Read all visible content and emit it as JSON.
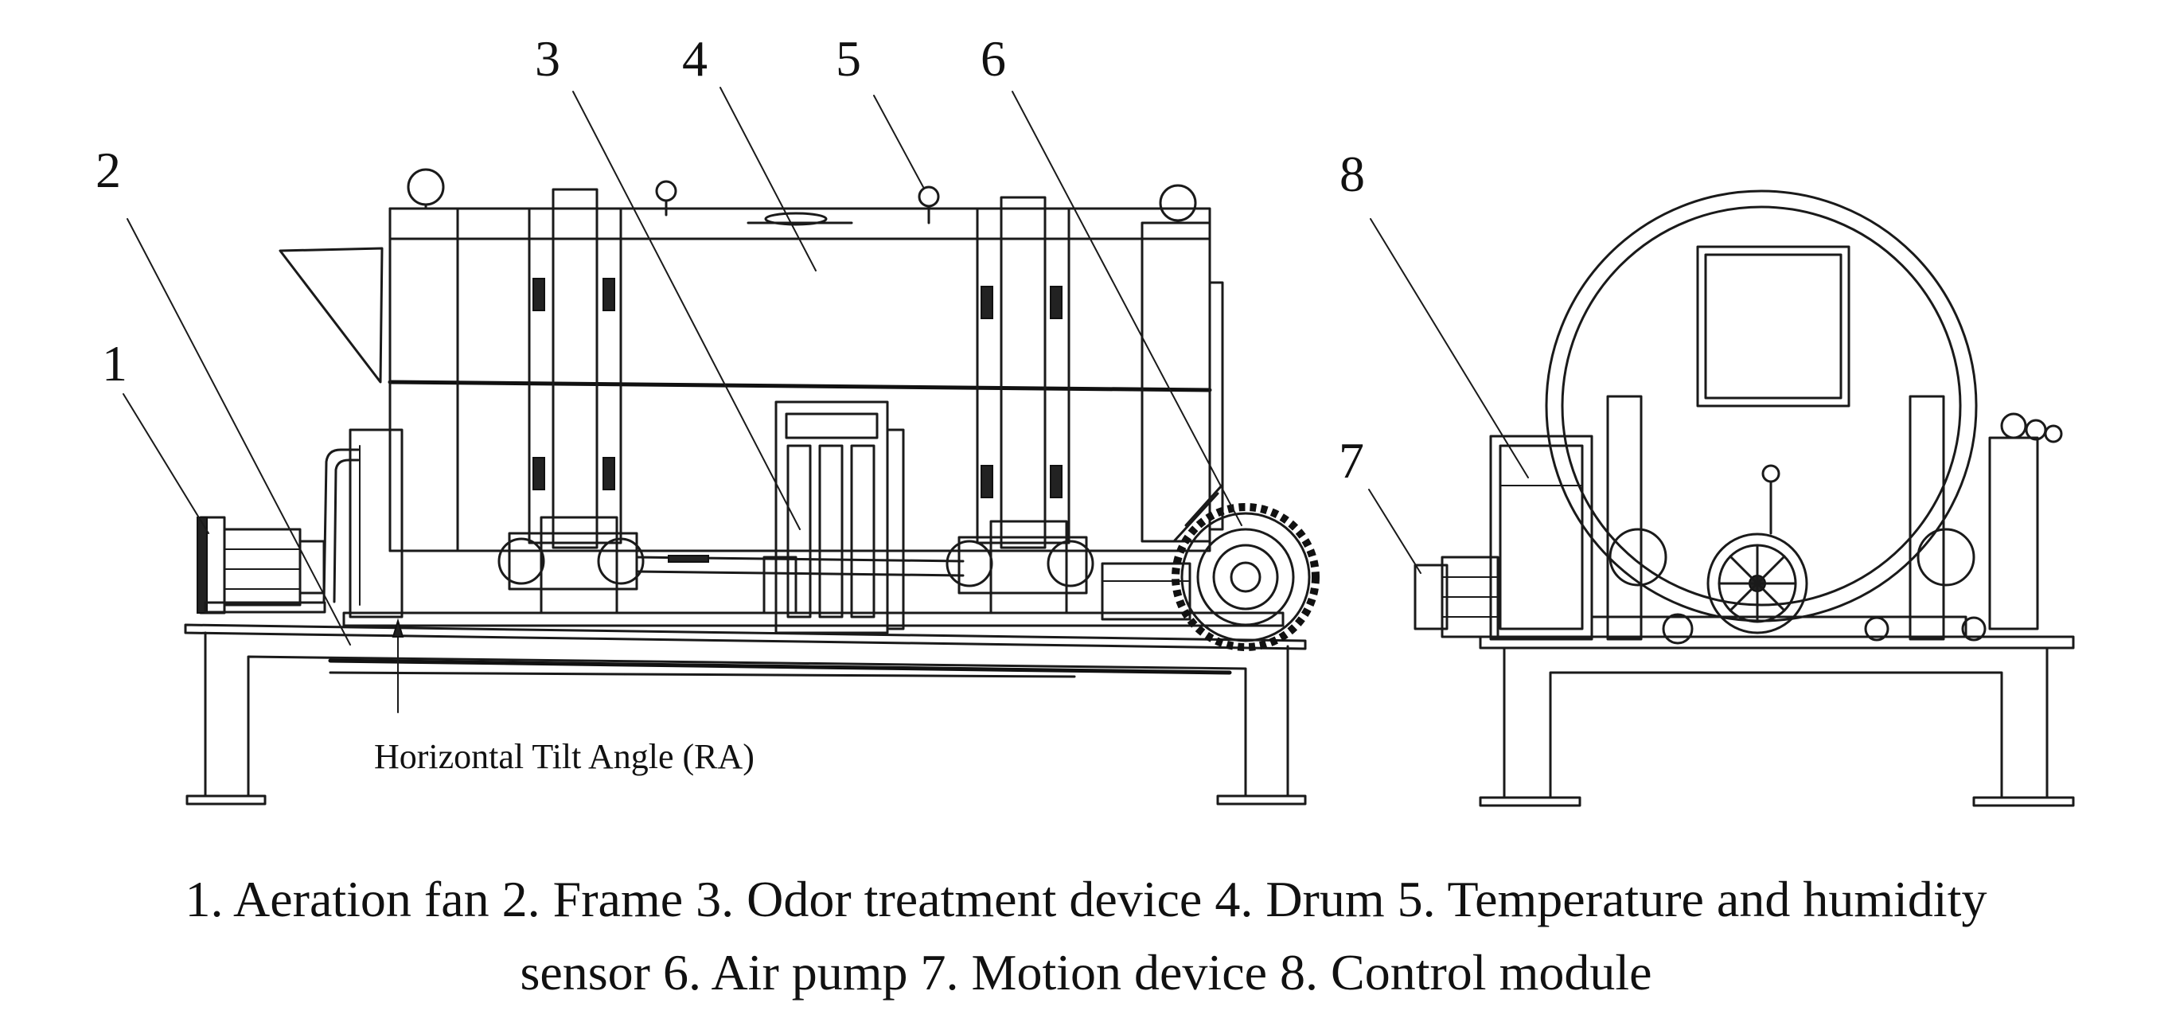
{
  "labels": {
    "l1": "1",
    "l2": "2",
    "l3": "3",
    "l4": "4",
    "l5": "5",
    "l6": "6",
    "l7": "7",
    "l8": "8"
  },
  "annotation": "Horizontal Tilt Angle (RA)",
  "caption": {
    "line1": "1. Aeration fan 2. Frame 3. Odor treatment device 4. Drum 5. Temperature and humidity",
    "line2": "sensor 6. Air pump 7. Motion device 8. Control module"
  }
}
